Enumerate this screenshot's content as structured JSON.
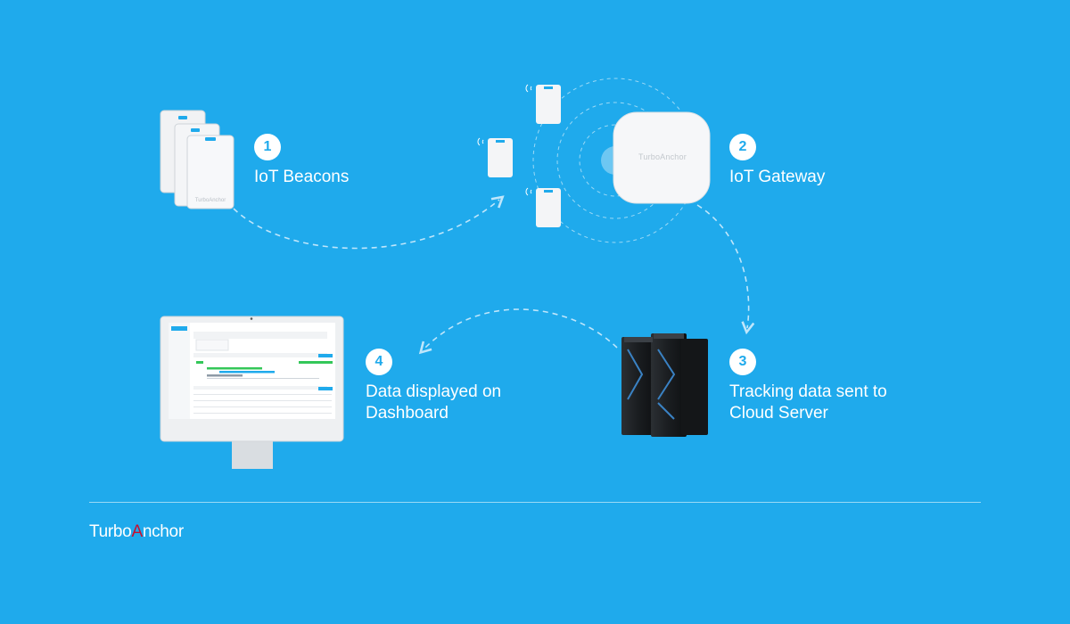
{
  "steps": [
    {
      "number": "1",
      "label": "IoT Beacons"
    },
    {
      "number": "2",
      "label": "IoT Gateway"
    },
    {
      "number": "3",
      "label_line1": "Tracking data sent to",
      "label_line2": "Cloud Server"
    },
    {
      "number": "4",
      "label_line1": "Data displayed on",
      "label_line2": "Dashboard"
    }
  ],
  "gateway_brand": "TurboAnchor",
  "brand": {
    "part1": "Turbo",
    "part2": "A",
    "part3": "nchor"
  },
  "colors": {
    "background": "#1faaec",
    "accent": "#c8102e"
  }
}
